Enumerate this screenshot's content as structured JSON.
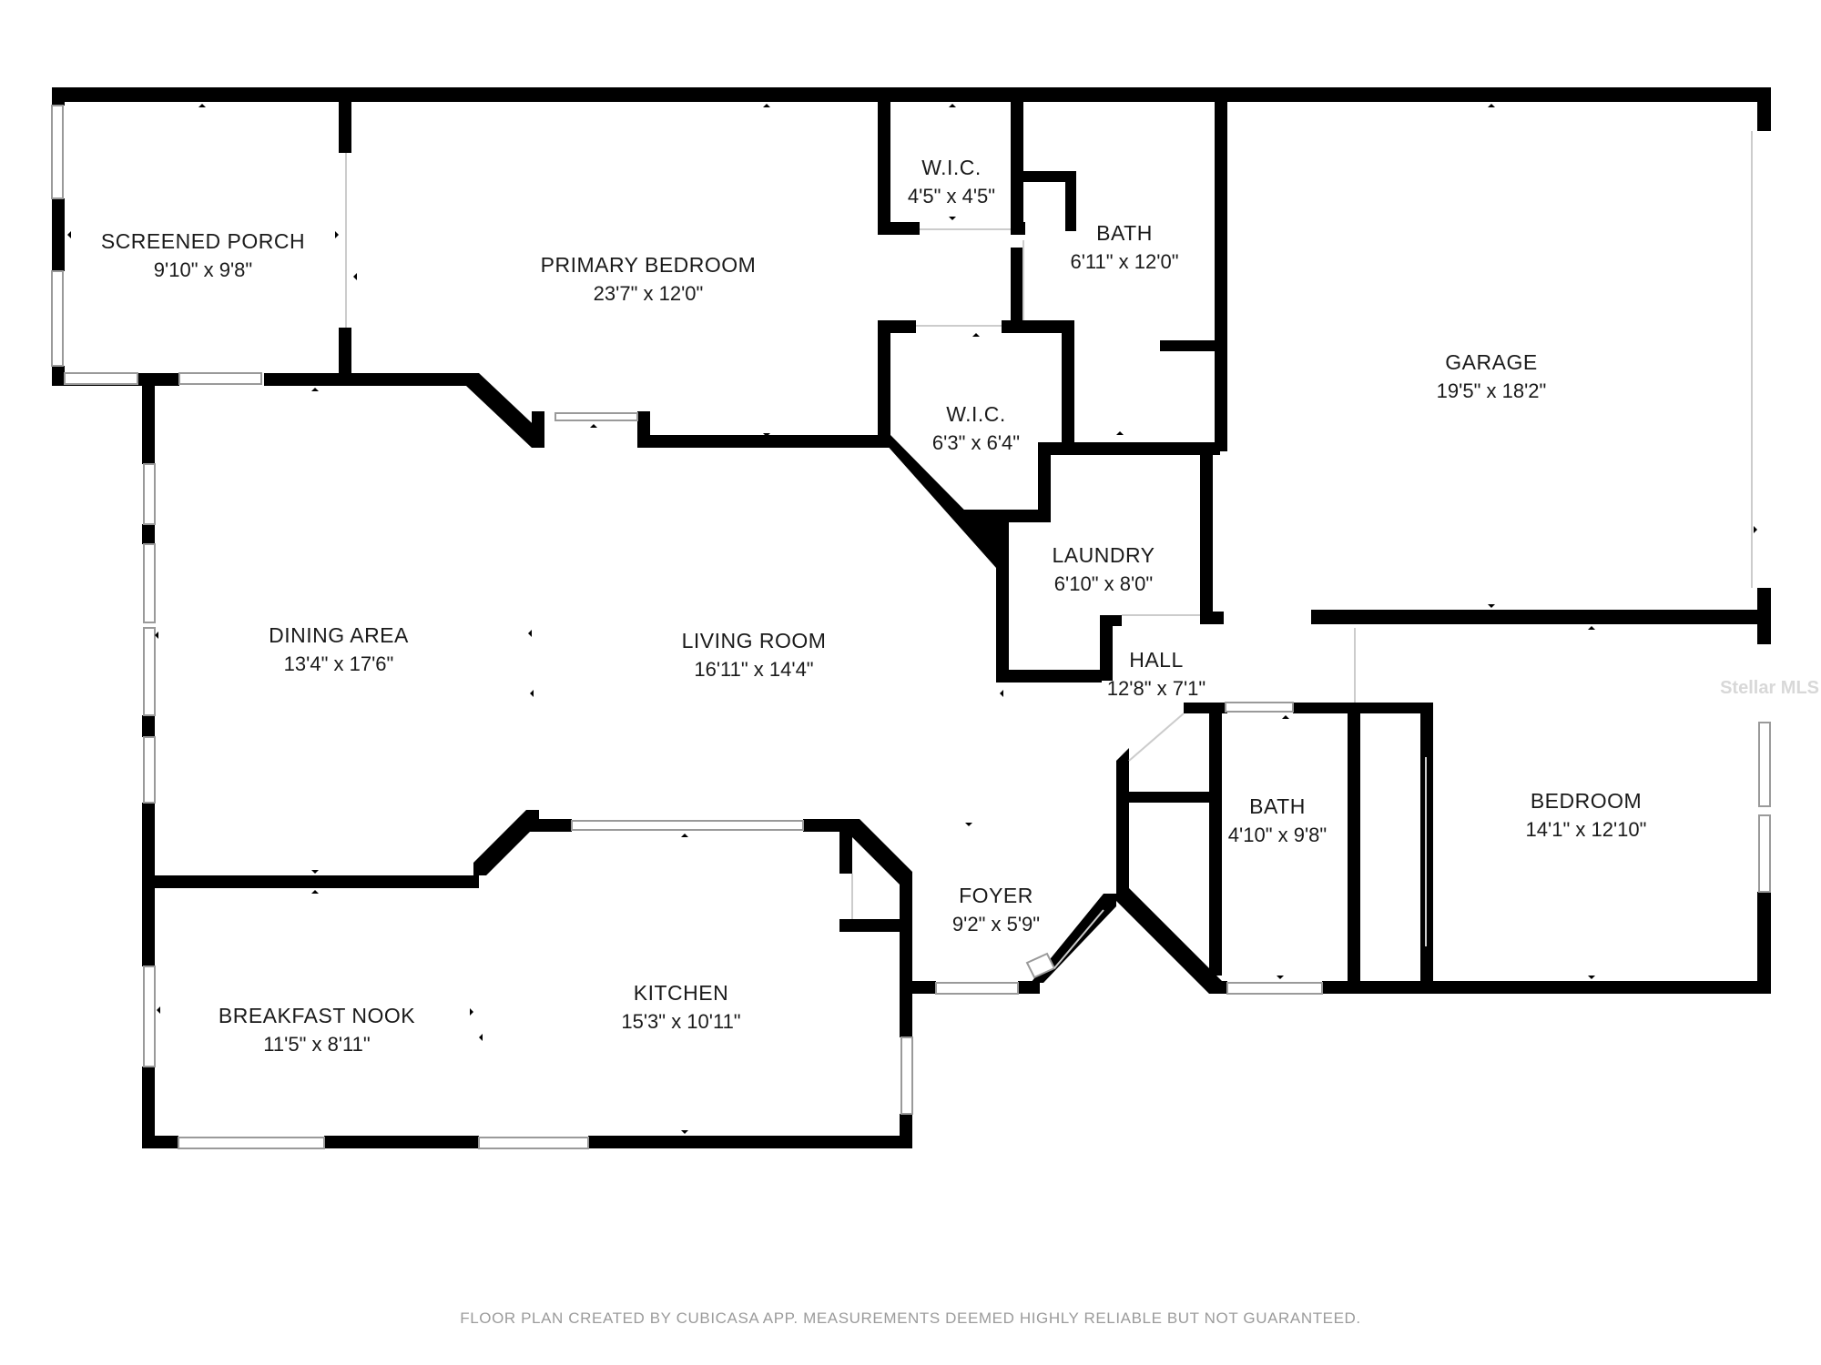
{
  "rooms": {
    "screened_porch": {
      "name": "SCREENED PORCH",
      "dims": "9'10\" x 9'8\""
    },
    "primary_bedroom": {
      "name": "PRIMARY BEDROOM",
      "dims": "23'7\" x 12'0\""
    },
    "wic_small": {
      "name": "W.I.C.",
      "dims": "4'5\" x 4'5\""
    },
    "bath_primary": {
      "name": "BATH",
      "dims": "6'11\" x 12'0\""
    },
    "garage": {
      "name": "GARAGE",
      "dims": "19'5\" x 18'2\""
    },
    "wic_large": {
      "name": "W.I.C.",
      "dims": "6'3\" x 6'4\""
    },
    "laundry": {
      "name": "LAUNDRY",
      "dims": "6'10\" x 8'0\""
    },
    "dining_area": {
      "name": "DINING AREA",
      "dims": "13'4\" x 17'6\""
    },
    "living_room": {
      "name": "LIVING ROOM",
      "dims": "16'11\" x 14'4\""
    },
    "hall": {
      "name": "HALL",
      "dims": "12'8\" x 7'1\""
    },
    "bath_second": {
      "name": "BATH",
      "dims": "4'10\" x 9'8\""
    },
    "bedroom": {
      "name": "BEDROOM",
      "dims": "14'1\" x 12'10\""
    },
    "foyer": {
      "name": "FOYER",
      "dims": "9'2\" x 5'9\""
    },
    "breakfast_nook": {
      "name": "BREAKFAST NOOK",
      "dims": "11'5\" x 8'11\""
    },
    "kitchen": {
      "name": "KITCHEN",
      "dims": "15'3\" x 10'11\""
    }
  },
  "footer": {
    "disclaimer": "FLOOR PLAN CREATED BY CUBICASA APP. MEASUREMENTS DEEMED HIGHLY RELIABLE BUT NOT GUARANTEED."
  },
  "watermark": "Stellar MLS"
}
